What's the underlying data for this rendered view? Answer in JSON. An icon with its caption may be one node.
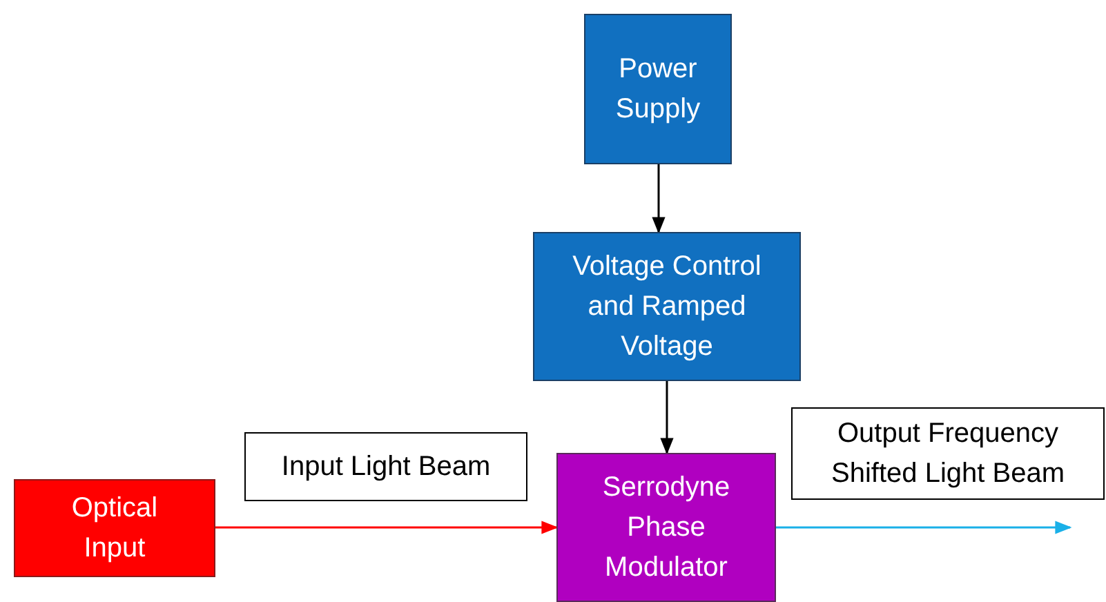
{
  "diagram": {
    "nodes": [
      {
        "text": [
          "Power Supply"
        ]
      },
      {
        "text": [
          "Voltage Control and Ramped Voltage"
        ]
      },
      {
        "text": [
          "Optical Input"
        ]
      },
      {
        "text": [
          "Serrodyne Phase Modulator"
        ]
      }
    ],
    "edges": [
      {
        "from": 0,
        "to": 1,
        "arrow": "to"
      },
      {
        "from": 1,
        "to": 3,
        "arrow": "to"
      },
      {
        "from": 2,
        "to": 3,
        "arrow": "to",
        "label": "Input Light Beam",
        "color": "#ff0000"
      },
      {
        "from": 3,
        "to": null,
        "arrow": "to",
        "label": "Output Frequency Shifted Light Beam",
        "color": "#1ab0e8"
      }
    ]
  }
}
